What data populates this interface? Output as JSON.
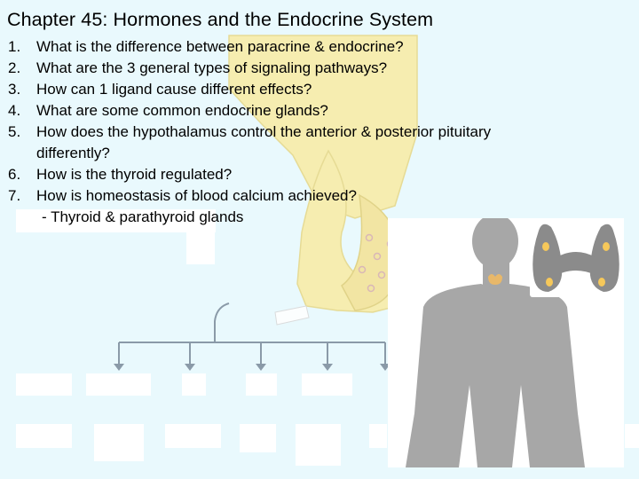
{
  "slide": {
    "title": "Chapter 45:  Hormones and the Endocrine System",
    "questions": [
      {
        "number": "1.",
        "text": "What is the difference between paracrine & endocrine?"
      },
      {
        "number": "2.",
        "text": "What are the 3 general types of signaling pathways?"
      },
      {
        "number": "3.",
        "text": "How can 1 ligand cause different effects?"
      },
      {
        "number": "4.",
        "text": "What are some common endocrine glands?"
      },
      {
        "number": "5.",
        "text": "How does the hypothalamus control the anterior & posterior pituitary",
        "continuation": "differently?"
      },
      {
        "number": "6.",
        "text": "How is the thyroid regulated?"
      },
      {
        "number": "7.",
        "text": "How is homeostasis of blood calcium achieved?"
      }
    ],
    "sub_item": "- Thyroid & parathyroid glands"
  },
  "colors": {
    "background": "#e9f9fd",
    "pituitary": "#f8eca8",
    "pituitary_outline": "#e6d88a",
    "arrow": "#8a9aa8",
    "body_silhouette": "#a7a7a7",
    "thyroid_gland": "#8b8b8b",
    "parathyroid": "#f6c85a"
  },
  "icons": {
    "diagram": "hypothalamus-pituitary-illustration",
    "body": "human-silhouette-thyroid",
    "thyroid": "thyroid-parathyroid-gland"
  }
}
